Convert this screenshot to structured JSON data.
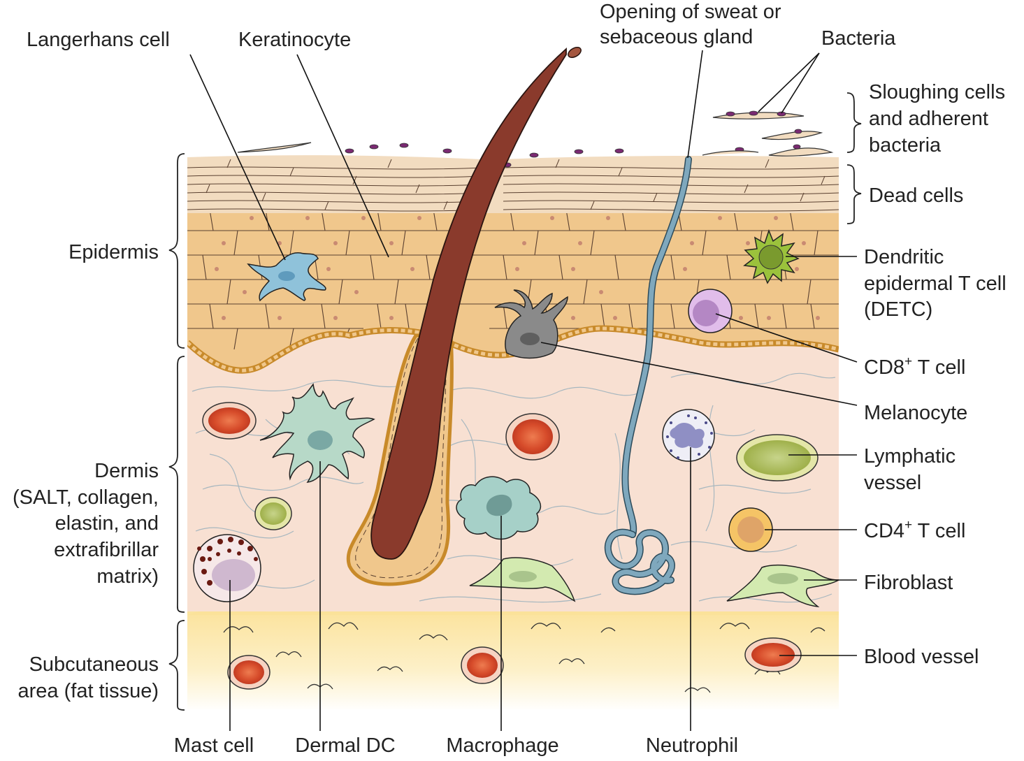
{
  "colors": {
    "horny_layer": "#f2dcc0",
    "epidermis": "#f0c78c",
    "dermis": "#f8e0d2",
    "fat": "#fbe6a6",
    "hair": "#8a3a2c",
    "sweat_duct": "#7fa8bd",
    "bacteria": "#7a2a72",
    "fiber": "#9fb3bd"
  },
  "labels": {
    "langerhans": "Langerhans cell",
    "keratinocyte": "Keratinocyte",
    "opening_1": "Opening of sweat or",
    "opening_2": "sebaceous gland",
    "bacteria": "Bacteria",
    "sloughing_1": "Sloughing cells",
    "sloughing_2": "and adherent",
    "sloughing_3": "bacteria",
    "dead_cells": "Dead cells",
    "detc_1": "Dendritic",
    "detc_2": "epidermal T cell",
    "detc_3": "(DETC)",
    "cd8_base": "CD8",
    "cd8_sup": "+",
    "cd8_rest": " T cell",
    "melanocyte": "Melanocyte",
    "lymphatic_1": "Lymphatic",
    "lymphatic_2": "vessel",
    "cd4_base": "CD4",
    "cd4_sup": "+",
    "cd4_rest": " T cell",
    "fibroblast": "Fibroblast",
    "blood_vessel": "Blood vessel",
    "epidermis": "Epidermis",
    "dermis_1": "Dermis",
    "dermis_2": "(SALT, collagen,",
    "dermis_3": "elastin, and",
    "dermis_4": "extrafibrillar",
    "dermis_5": "matrix)",
    "subcut_1": "Subcutaneous",
    "subcut_2": "area (fat tissue)",
    "mast_cell": "Mast cell",
    "dermal_dc": "Dermal DC",
    "macrophage": "Macrophage",
    "neutrophil": "Neutrophil"
  }
}
